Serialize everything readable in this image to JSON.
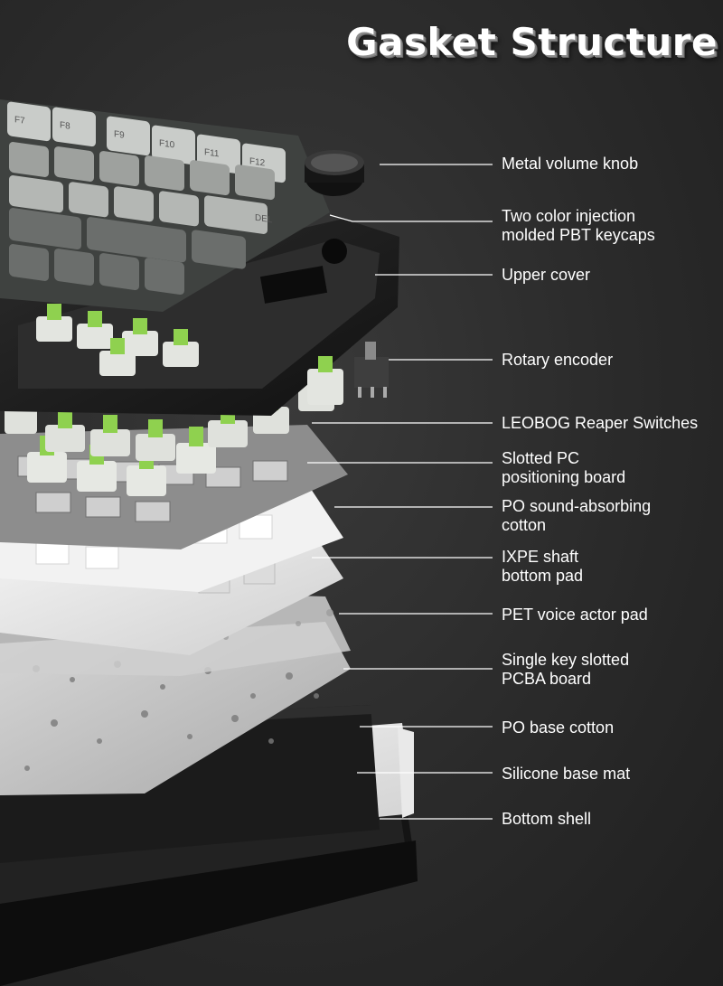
{
  "title": "Gasket Structure",
  "keycaps": {
    "row1": [
      "F7",
      "F8",
      "F9",
      "F10",
      "F11",
      "F12"
    ],
    "del": "DEL"
  },
  "labels": [
    {
      "text": "Metal volume knob",
      "lines": 1
    },
    {
      "text": "Two color injection\nmolded PBT keycaps",
      "lines": 2
    },
    {
      "text": "Upper cover",
      "lines": 1
    },
    {
      "text": "Rotary encoder",
      "lines": 1
    },
    {
      "text": "LEOBOG Reaper Switches",
      "lines": 1
    },
    {
      "text": "Slotted PC\npositioning board",
      "lines": 2
    },
    {
      "text": "PO sound-absorbing\ncotton",
      "lines": 2
    },
    {
      "text": "IXPE shaft\nbottom pad",
      "lines": 2
    },
    {
      "text": "PET voice actor pad",
      "lines": 1
    },
    {
      "text": "Single key slotted\nPCBA board",
      "lines": 2
    },
    {
      "text": "PO base cotton",
      "lines": 1
    },
    {
      "text": "Silicone base mat",
      "lines": 1
    },
    {
      "text": "Bottom shell",
      "lines": 1
    }
  ],
  "colors": {
    "background": "#2a2a2a",
    "switch_stem": "#8fd14f",
    "keycap_light": "#c9ccc9",
    "keycap_dark": "#6b6e6c",
    "case": "#1a1a1a"
  }
}
